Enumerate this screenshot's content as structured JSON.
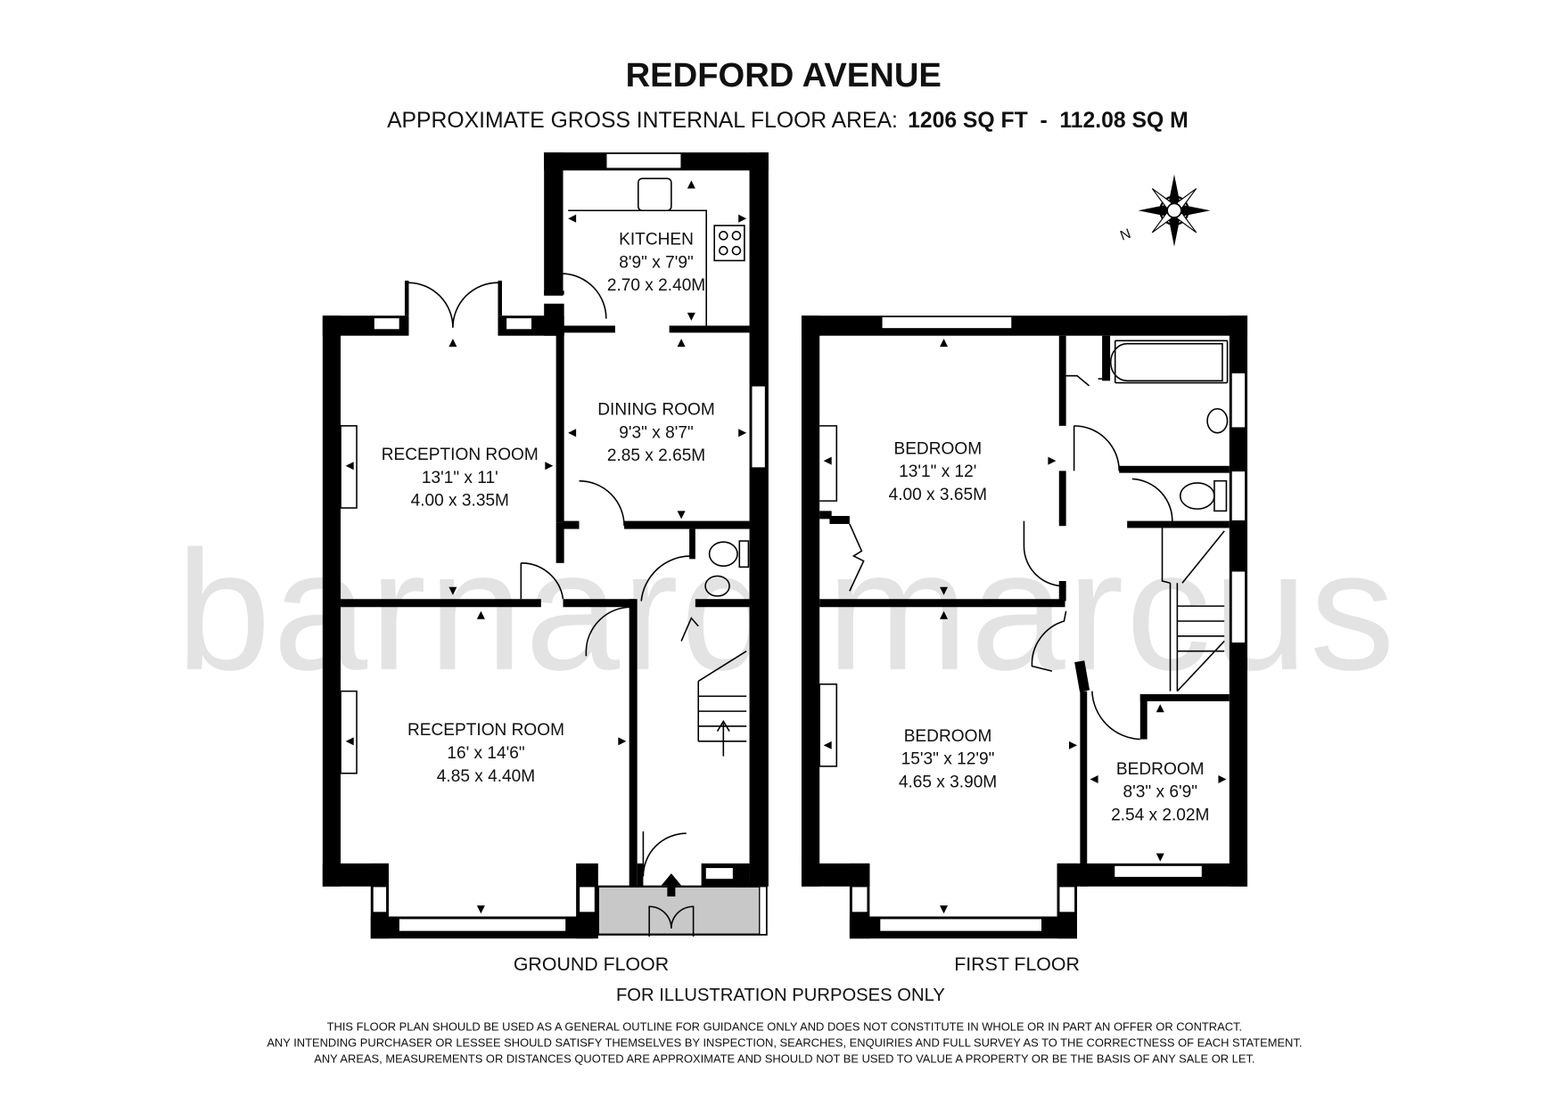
{
  "header": {
    "title": "REDFORD AVENUE",
    "area_label": "APPROXIMATE GROSS INTERNAL FLOOR AREA:",
    "area_value": "1206 SQ FT  -  112.08 SQ M"
  },
  "watermark": "barnard marcus",
  "compass": {
    "north_label": "N"
  },
  "ground_floor": {
    "label": "GROUND FLOOR",
    "rooms": [
      {
        "name": "KITCHEN",
        "imperial": "8'9\" x 7'9\"",
        "metric": "2.70 x 2.40M"
      },
      {
        "name": "DINING ROOM",
        "imperial": "9'3\" x 8'7\"",
        "metric": "2.85 x 2.65M"
      },
      {
        "name": "RECEPTION ROOM",
        "imperial": "13'1\" x 11'",
        "metric": "4.00 x 3.35M"
      },
      {
        "name": "RECEPTION ROOM",
        "imperial": "16' x 14'6\"",
        "metric": "4.85 x 4.40M"
      }
    ]
  },
  "first_floor": {
    "label": "FIRST FLOOR",
    "rooms": [
      {
        "name": "BEDROOM",
        "imperial": "13'1\" x 12'",
        "metric": "4.00 x 3.65M"
      },
      {
        "name": "BEDROOM",
        "imperial": "15'3\" x 12'9\"",
        "metric": "4.65 x 3.90M"
      },
      {
        "name": "BEDROOM",
        "imperial": "8'3\" x 6'9\"",
        "metric": "2.54 x 2.02M"
      }
    ]
  },
  "footer": {
    "note": "FOR ILLUSTRATION PURPOSES ONLY",
    "disclaimer": [
      "THIS FLOOR PLAN SHOULD BE USED AS A GENERAL OUTLINE FOR GUIDANCE ONLY AND DOES NOT CONSTITUTE IN WHOLE OR IN PART AN OFFER OR CONTRACT.",
      "ANY INTENDING PURCHASER OR LESSEE SHOULD SATISFY THEMSELVES BY INSPECTION, SEARCHES, ENQUIRIES AND FULL SURVEY AS TO THE CORRECTNESS OF EACH STATEMENT.",
      "ANY AREAS, MEASUREMENTS OR DISTANCES QUOTED ARE APPROXIMATE AND SHOULD NOT BE USED TO VALUE A PROPERTY OR BE THE BASIS OF ANY SALE OR LET."
    ]
  }
}
